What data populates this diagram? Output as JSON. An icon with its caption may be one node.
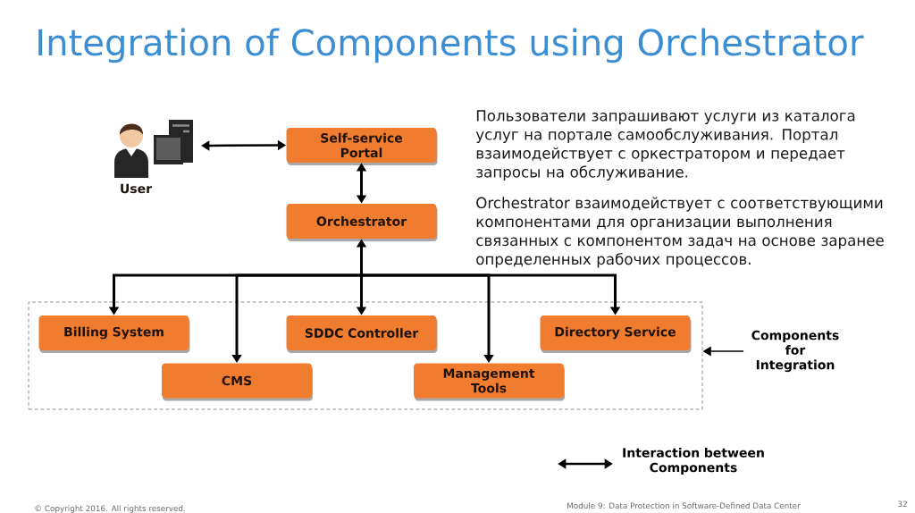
{
  "diagram": {
    "title": "Integration of Components using Orchestrator",
    "nodes": [
      {
        "text": [
          "User"
        ]
      },
      {
        "text": [
          "Self-service Portal"
        ]
      },
      {
        "text": [
          "Orchestrator"
        ]
      },
      {
        "text": [],
        "shape": "box"
      },
      {
        "text": [
          "Billing System"
        ],
        "in": 3
      },
      {
        "text": [
          "SDDC Controller"
        ],
        "in": 3
      },
      {
        "text": [
          "Directory Service"
        ],
        "in": 3
      },
      {
        "text": [
          "CMS"
        ],
        "in": 3
      },
      {
        "text": [
          "Management Tools"
        ],
        "in": 3
      },
      {
        "text": [
          "Components for Integration"
        ]
      }
    ],
    "edges": [
      {
        "from": 0,
        "to": 1,
        "arrow": "both"
      },
      {
        "from": 1,
        "to": 2,
        "arrow": "both"
      },
      {
        "from": 2,
        "to": 4,
        "arrow": "both"
      },
      {
        "from": 2,
        "to": 7,
        "arrow": "both"
      },
      {
        "from": 2,
        "to": 5,
        "arrow": "both"
      },
      {
        "from": 2,
        "to": 8,
        "arrow": "both"
      },
      {
        "from": 2,
        "to": 6,
        "arrow": "both"
      },
      {
        "from": 9,
        "to": 3,
        "arrow": "to"
      }
    ],
    "labels": [
      "Пользователи запрашивают услуги из каталога услуг на портале самообслуживания. Портал взаимодействует с оркестратором и передает запросы на обслуживание.",
      "Orchestrator взаимодействует с соответствующими компонентами для организации выполнения связанных с компонентом задач на основе заранее определенных рабочих процессов.",
      "© Copyright 2016. All rights reserved.",
      "Module 9: Data Protection in Software-Defined Data Center",
      "32"
    ],
    "legend": [
      {
        "text": "Interaction between Components"
      }
    ]
  }
}
